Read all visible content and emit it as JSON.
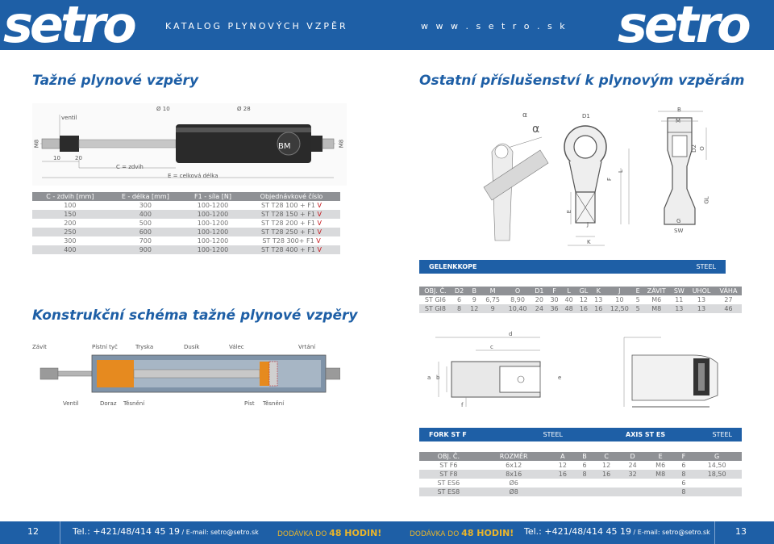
{
  "header": {
    "logo_left": "setro",
    "catalog_title": "KATALOG PLYNOVÝCH VZPĚR",
    "website": "w w w . s e t r o . s k",
    "logo_right": "setro"
  },
  "left": {
    "section_title": "Tažné plynové vzpěry",
    "drawing_labels": {
      "ventil": "ventil",
      "d10": "Ø 10",
      "d28": "Ø 28",
      "m8_left": "M8",
      "m8_right": "M8",
      "dim10": "10",
      "dim20": "20",
      "c_zdvih": "C = zdvih",
      "e_delka": "E = celková délka",
      "bm": "BM"
    },
    "table": {
      "headers": [
        "C - zdvih [mm]",
        "E - délka [mm]",
        "F1 - síla [N]",
        "Objednávkové číslo"
      ],
      "rows": [
        {
          "c": "100",
          "e": "300",
          "f": "100-1200",
          "code": "ST T28 100 + F1 ",
          "v": "V"
        },
        {
          "c": "150",
          "e": "400",
          "f": "100-1200",
          "code": "ST T28 150 + F1 ",
          "v": "V"
        },
        {
          "c": "200",
          "e": "500",
          "f": "100-1200",
          "code": "ST T28 200 + F1 ",
          "v": "V"
        },
        {
          "c": "250",
          "e": "600",
          "f": "100-1200",
          "code": "ST T28 250 + F1 ",
          "v": "V"
        },
        {
          "c": "300",
          "e": "700",
          "f": "100-1200",
          "code": "ST T28 300+ F1 ",
          "v": "V"
        },
        {
          "c": "400",
          "e": "900",
          "f": "100-1200",
          "code": "ST T28 400 + F1 ",
          "v": "V"
        }
      ]
    },
    "schema_title": "Konstrukční schéma tažné plynové vzpěry",
    "schema_labels": {
      "zavit": "Závit",
      "pistni_tyc": "Pístní tyč",
      "tryska": "Tryska",
      "dusik": "Dusík",
      "valec": "Válec",
      "vrtani": "Vrtání",
      "ventil": "Ventil",
      "doraz": "Doraz",
      "tesneni1": "Těsnění",
      "pist": "Píst",
      "tesneni2": "Těsnění"
    }
  },
  "right": {
    "section_title": "Ostatní příslušenství k plynovým vzpěrám",
    "drawing_labels": {
      "alpha1": "α",
      "alpha2": "α",
      "d1": "D1",
      "b": "B",
      "m": "M",
      "d2": "D2",
      "o": "O",
      "l": "L",
      "f": "F",
      "e": "E",
      "j": "J",
      "k": "K",
      "g": "G",
      "sw": "SW",
      "gl": "GL"
    },
    "gelenkkope": {
      "title": "GELENKKOPE",
      "material": "STEEL",
      "headers": [
        "OBJ. Č.",
        "D2",
        "B",
        "M",
        "O",
        "D1",
        "F",
        "L",
        "GL",
        "K",
        "J",
        "E",
        "ZÁVIT",
        "SW",
        "UHOL",
        "VÁHA"
      ],
      "rows": [
        [
          "ST GI6",
          "6",
          "9",
          "6,75",
          "8,90",
          "20",
          "30",
          "40",
          "12",
          "13",
          "10",
          "5",
          "M6",
          "11",
          "13",
          "27"
        ],
        [
          "ST GI8",
          "8",
          "12",
          "9",
          "10,40",
          "24",
          "36",
          "48",
          "16",
          "16",
          "12,50",
          "5",
          "M8",
          "13",
          "13",
          "46"
        ]
      ]
    },
    "fork_labels": {
      "d": "d",
      "c": "c",
      "a": "a",
      "b": "b",
      "e": "e",
      "f": "f"
    },
    "fork": {
      "title": "FORK ST F",
      "material": "STEEL"
    },
    "axis": {
      "title": "AXIS ST ES",
      "material": "STEEL"
    },
    "fork_table": {
      "headers": [
        "OBJ. Č.",
        "ROZMĚR",
        "A",
        "B",
        "C",
        "D",
        "E",
        "F",
        "G"
      ],
      "rows": [
        [
          "ST F6",
          "6x12",
          "12",
          "6",
          "12",
          "24",
          "M6",
          "6",
          "14,50"
        ],
        [
          "ST F8",
          "8x16",
          "16",
          "8",
          "16",
          "32",
          "M8",
          "8",
          "18,50"
        ],
        [
          "ST ES6",
          "Ø6",
          "",
          "",
          "",
          "",
          "",
          "6",
          ""
        ],
        [
          "ST ES8",
          "Ø8",
          "",
          "",
          "",
          "",
          "",
          "8",
          ""
        ]
      ]
    }
  },
  "footer": {
    "page_left": "12",
    "tel_left": "Tel.: +421/48/414 45 19",
    "email_left": " / E-mail: setro@setro.sk",
    "delivery_left_pre": "DODÁVKA DO ",
    "delivery_left_bold": "48 HODIN!",
    "delivery_right_pre": "DODÁVKA DO ",
    "delivery_right_bold": "48 HODIN!",
    "tel_right": "Tel.: +421/48/414 45 19",
    "email_right": " / E-mail: setro@setro.sk",
    "page_right": "13"
  }
}
